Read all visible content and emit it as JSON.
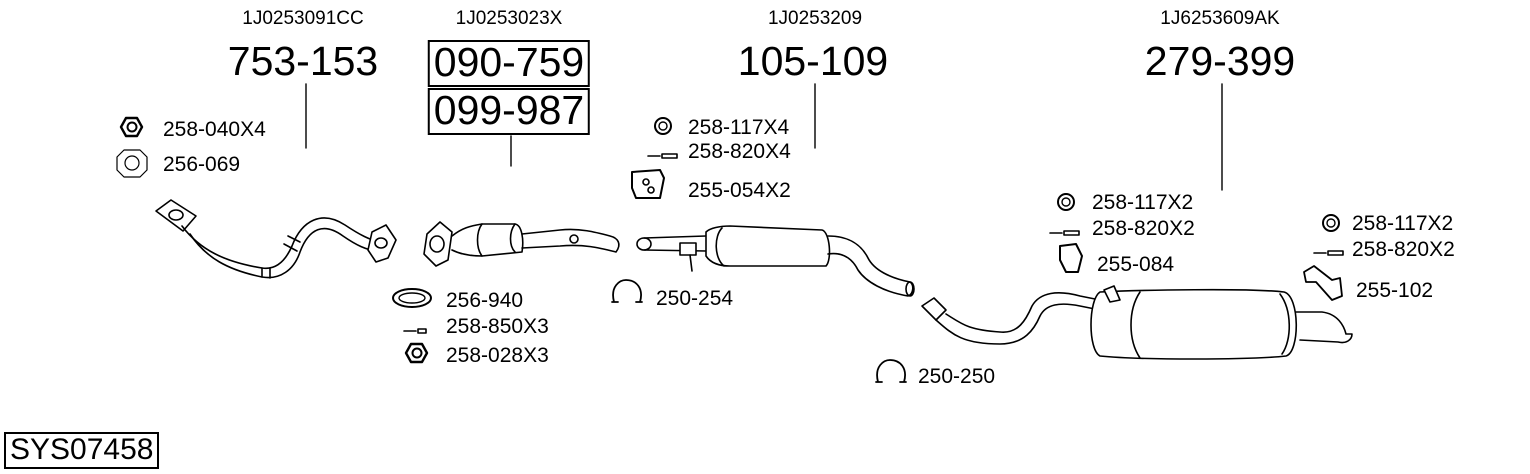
{
  "oem_numbers": [
    "1J0253091CC",
    "1J0253023X",
    "1J0253209",
    "1J6253609AK"
  ],
  "part_numbers": [
    "753-153",
    "090-759",
    "099-987",
    "105-109",
    "279-399"
  ],
  "fittings": {
    "f1": "258-040X4",
    "f2": "256-069",
    "f3": "256-940",
    "f4": "258-850X3",
    "f5": "258-028X3",
    "f6": "258-117X4",
    "f7": "258-820X4",
    "f8": "255-054X2",
    "f9": "250-254",
    "f10": "258-117X2",
    "f11": "258-820X2",
    "f12": "255-084",
    "f13": "250-250",
    "f14": "258-117X2",
    "f15": "258-820X2",
    "f16": "255-102"
  },
  "system_code": "SYS07458"
}
